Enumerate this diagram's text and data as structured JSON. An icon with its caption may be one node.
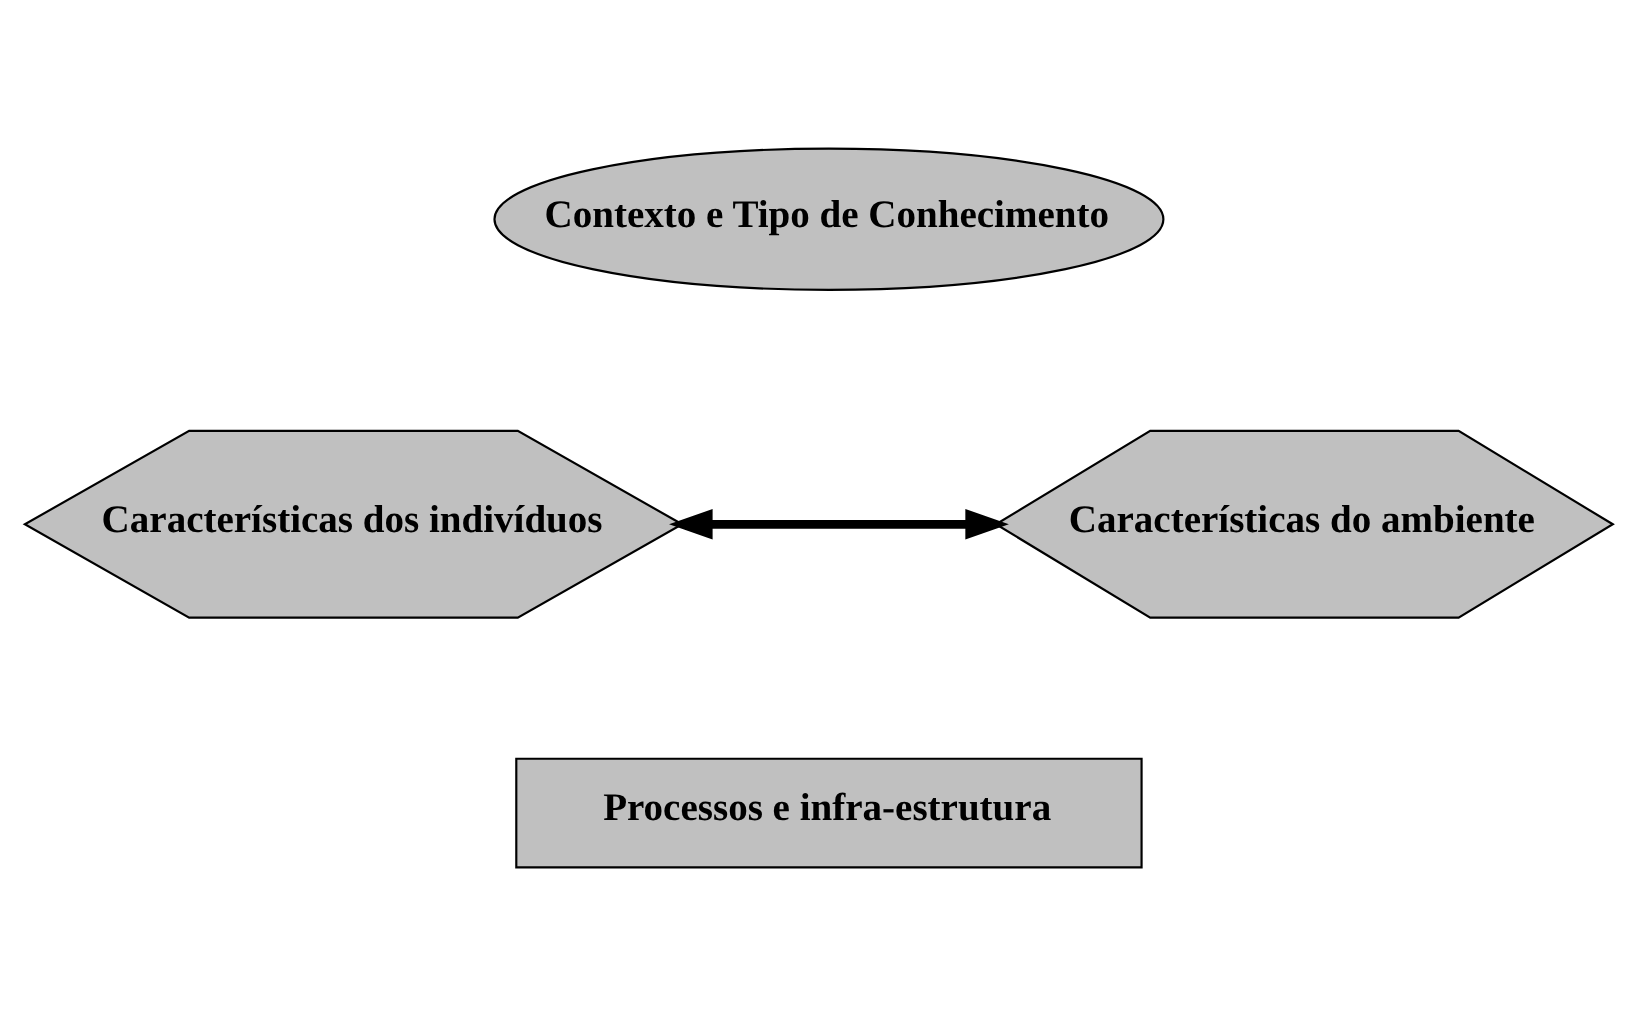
{
  "diagram": {
    "nodes": [
      {
        "text": [
          "Contexto e Tipo de Conhecimento"
        ]
      },
      {
        "text": [
          "Características dos indivíduos"
        ]
      },
      {
        "text": [
          "Características do ambiente"
        ]
      },
      {
        "text": [
          "Processos e infra-estrutura"
        ]
      }
    ],
    "edges": [
      {
        "from": 1,
        "to": 2,
        "arrow": "both"
      }
    ]
  }
}
